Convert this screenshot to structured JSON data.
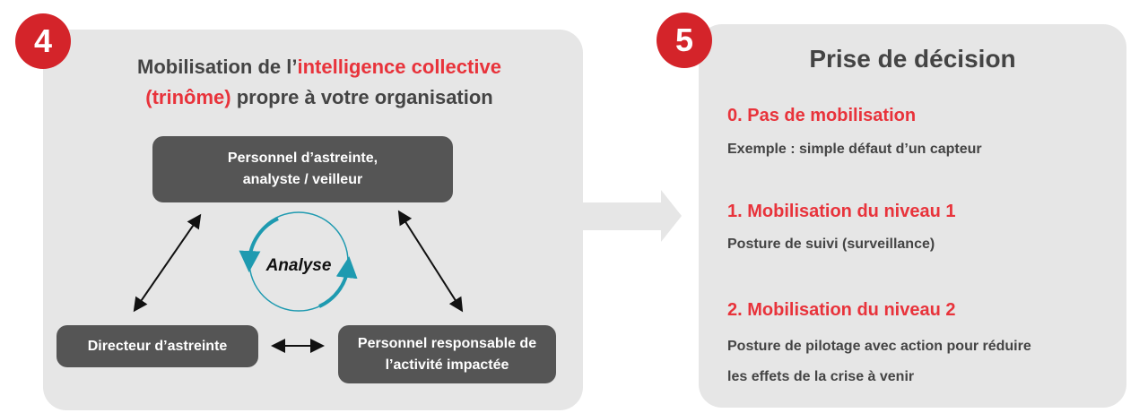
{
  "step4": {
    "badge": "4",
    "title_part1": "Mobilisation de l’",
    "title_highlight1": "intelligence collective",
    "title_highlight2": "(trinôme)",
    "title_part2": " propre à votre organisation",
    "box_top_line1": "Personnel d’astreinte,",
    "box_top_line2": "analyste / veilleur",
    "box_left": "Directeur d’astreinte",
    "box_right_line1": "Personnel responsable de",
    "box_right_line2": "l’activité impactée",
    "cycle_label": "Analyse"
  },
  "step5": {
    "badge": "5",
    "title": "Prise de décision",
    "levels": [
      {
        "heading": "0. Pas de mobilisation",
        "desc": "Exemple : simple défaut d’un capteur"
      },
      {
        "heading": "1. Mobilisation du niveau 1",
        "desc": "Posture de suivi (surveillance)"
      },
      {
        "heading": "2. Mobilisation du niveau 2",
        "desc": "Posture de pilotage avec action pour réduire les effets de la crise à venir"
      }
    ]
  },
  "colors": {
    "accent": "#e8333b",
    "badge": "#d4242a",
    "box": "#555555",
    "panel": "#e6e6e6",
    "cycle": "#1e9ab0"
  }
}
